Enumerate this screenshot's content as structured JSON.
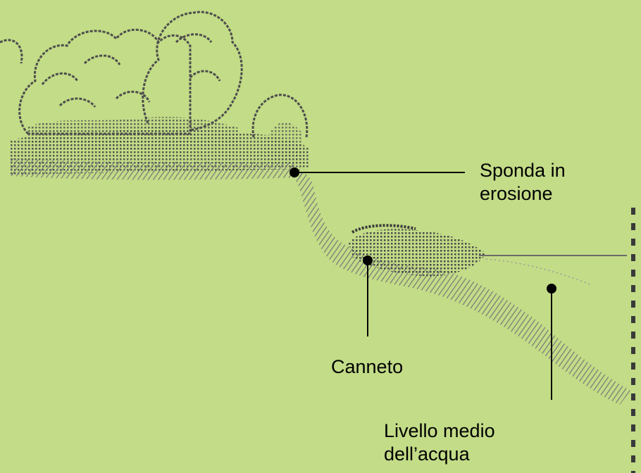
{
  "colors": {
    "background": "#c3dc87",
    "ink": "#000000",
    "sketch": "#555555"
  },
  "labels": {
    "eroding_bank": [
      "Sponda in",
      "erosione"
    ],
    "reed_bed": "Canneto",
    "water_level": [
      "Livello medio",
      "dell’acqua"
    ]
  }
}
